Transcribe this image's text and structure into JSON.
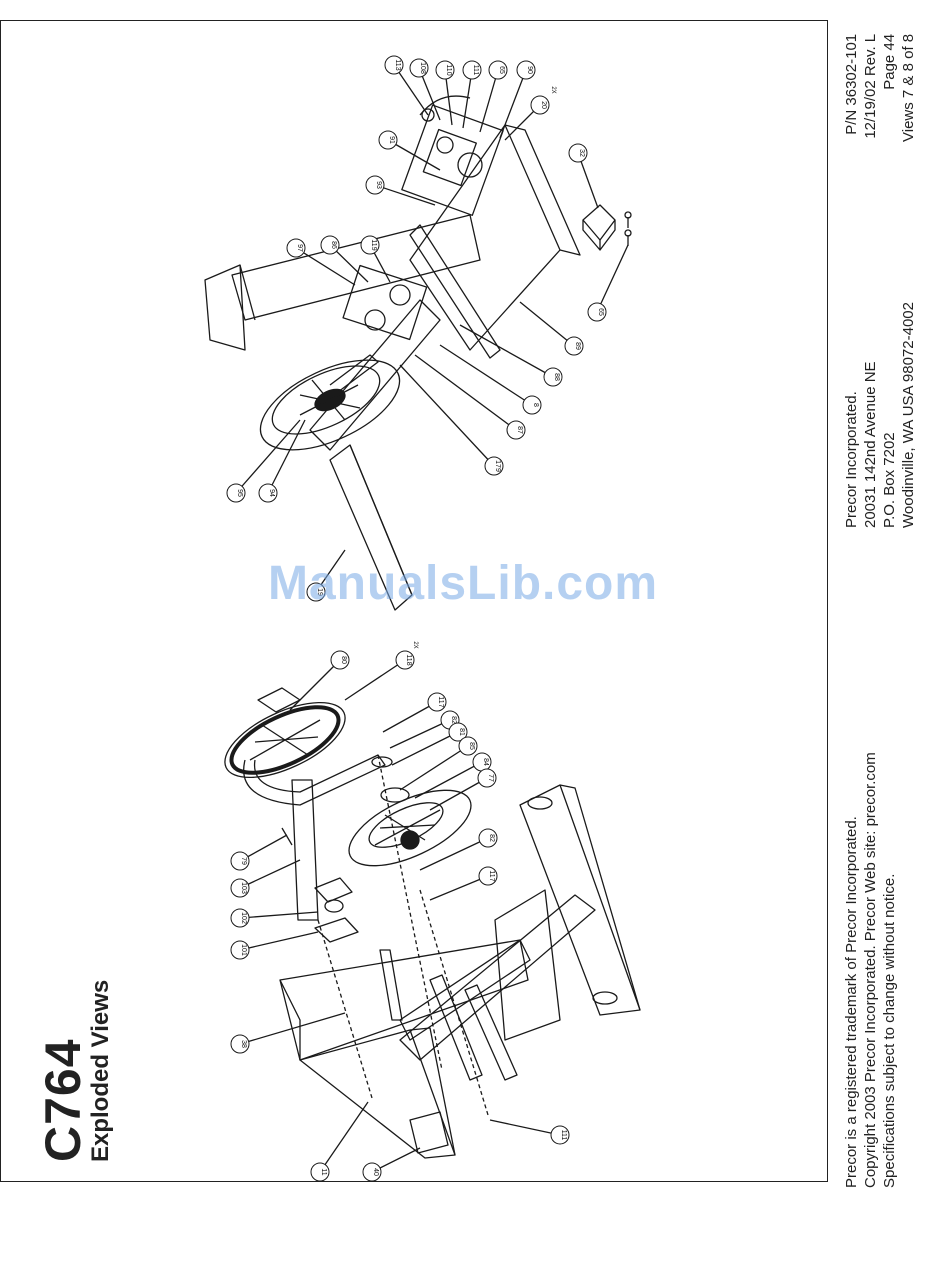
{
  "title": {
    "model": "C764",
    "subtitle": "Exploded Views"
  },
  "footer": {
    "legal": [
      "Precor is a registered trademark of Precor Incorporated.",
      "Copyright 2003 Precor Incorporated. Precor Web site: precor.com",
      "Specifications subject to change without notice."
    ],
    "address": [
      "Precor Incorporated.",
      "20031 142nd Avenue NE",
      "P.O. Box 7202",
      "Woodinville, WA   USA 98072-4002"
    ],
    "doc_info": [
      "P/N 36302-101",
      "12/19/02  Rev. L",
      "Page 44",
      "Views 7 & 8 of 8"
    ]
  },
  "watermark": "ManualsLib.com",
  "callouts_upper": [
    "113",
    "108",
    "110",
    "111",
    "65",
    "90",
    "20",
    "91",
    "93",
    "97",
    "86",
    "119",
    "32",
    "65",
    "89",
    "88",
    "8",
    "87",
    "179",
    "95",
    "94",
    "19"
  ],
  "callouts_lower": [
    "80",
    "118",
    "117",
    "82",
    "81",
    "85",
    "84",
    "77",
    "82",
    "117",
    "79",
    "103",
    "102",
    "101",
    "38",
    "11",
    "40",
    "111"
  ],
  "callout_notes": [
    "2X",
    "2X"
  ]
}
